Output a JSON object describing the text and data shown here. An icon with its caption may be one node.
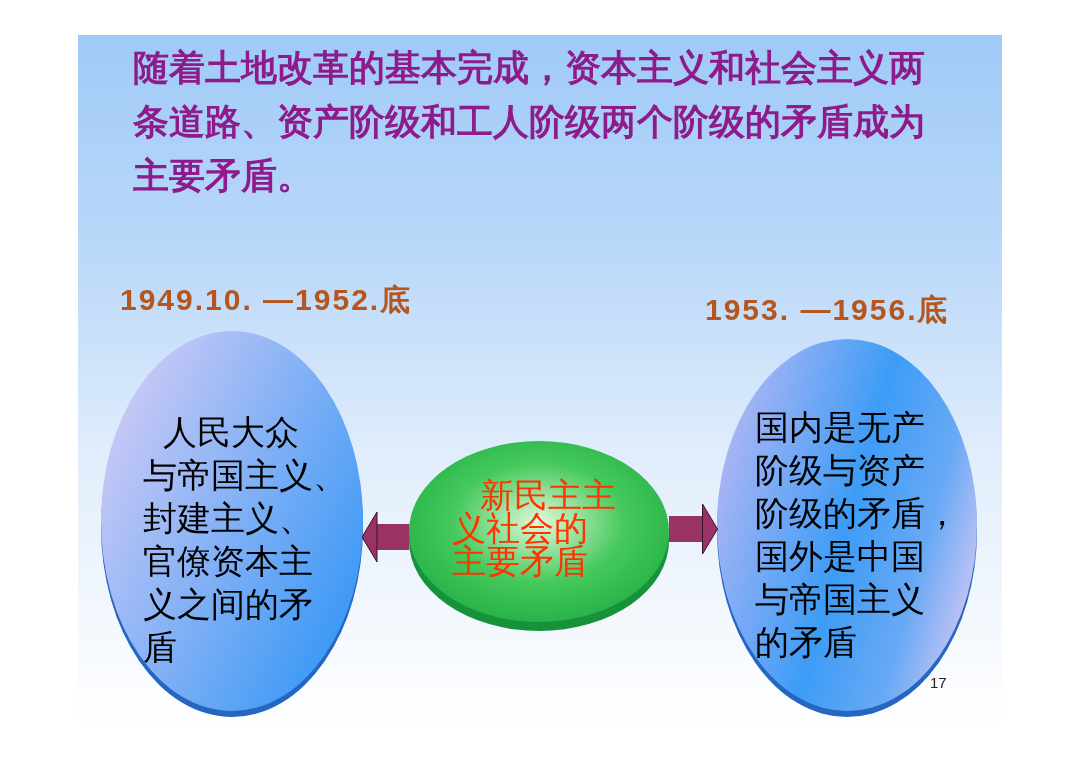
{
  "diagram": {
    "title": "随着土地改革的基本完成，资本主义和社会主义两条道路、资产阶级和工人阶级两个阶级的矛盾成为主要矛盾。",
    "nodes": [
      {
        "text": [
          "人民大众与帝国主义、封建主义、官僚资本主义之间的矛盾"
        ],
        "beside": [
          "1949.10. —1952.底"
        ]
      },
      {
        "text": [
          "新民主主义社会的主要矛盾"
        ]
      },
      {
        "text": [
          "国内是无产阶级与资产阶级的矛盾，国外是中国与帝国主义的矛盾"
        ],
        "beside": [
          "1953. —1956.底"
        ]
      }
    ],
    "edges": [
      {
        "from": 1,
        "to": 0,
        "arrow": "to"
      },
      {
        "from": 1,
        "to": 2,
        "arrow": "to"
      }
    ],
    "labels": [
      "17"
    ]
  }
}
